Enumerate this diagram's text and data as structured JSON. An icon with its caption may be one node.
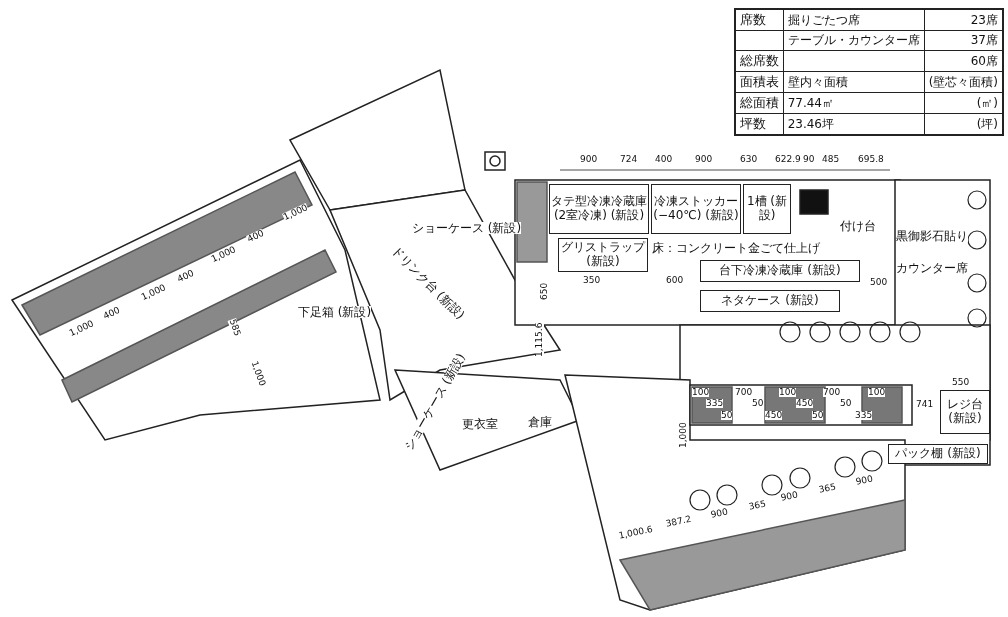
{
  "diagram": {
    "nodes": [
      {
        "text": [
          "タテ型冷凍冷蔵庫 (2室冷凍) (新設)"
        ]
      },
      {
        "text": [
          "冷凍ストッカー (−40℃) (新設)"
        ]
      },
      {
        "text": [
          "1槽 (新設)"
        ]
      },
      {
        "text": [
          "グリストラップ (新設)"
        ]
      },
      {
        "text": [
          "台下冷凍冷蔵庫 (新設)"
        ]
      },
      {
        "text": [
          "ネタケース (新設)"
        ]
      },
      {
        "text": [
          "更衣室"
        ]
      },
      {
        "text": [
          "倉庫"
        ]
      },
      {
        "text": [
          "パック棚 (新設)"
        ]
      },
      {
        "text": [
          "レジ台 (新設)"
        ]
      }
    ],
    "labels": [
      "席数",
      "掘りごたつ席",
      "23席",
      "テーブル・カウンター席",
      "37席",
      "総席数",
      "60席",
      "面積表",
      "壁内々面積",
      "(壁芯々面積)",
      "総面積",
      "77.44㎡",
      "(㎡)",
      "坪数",
      "23.46坪",
      "(坪)",
      "900",
      "724",
      "400",
      "900",
      "630",
      "622.9",
      "90",
      "485",
      "695.8",
      "ショーケース (新設)",
      "ドリンク台 (新設)",
      "床：コンクリート金ごて仕上げ",
      "付け台",
      "黒御影石貼り",
      "カウンター席",
      "下足箱 (新設)",
      "ショーケース (新設)",
      "1,000",
      "400",
      "1,000",
      "400",
      "1,000",
      "400",
      "1,000",
      "585",
      "1,000",
      "650",
      "1,115.6",
      "350",
      "600",
      "500",
      "100",
      "335",
      "50",
      "700",
      "50",
      "450",
      "100",
      "450",
      "50",
      "700",
      "50",
      "335",
      "100",
      "741",
      "550",
      "1,000",
      "387.2",
      "1,000.6",
      "900",
      "365",
      "900",
      "365",
      "900"
    ]
  }
}
